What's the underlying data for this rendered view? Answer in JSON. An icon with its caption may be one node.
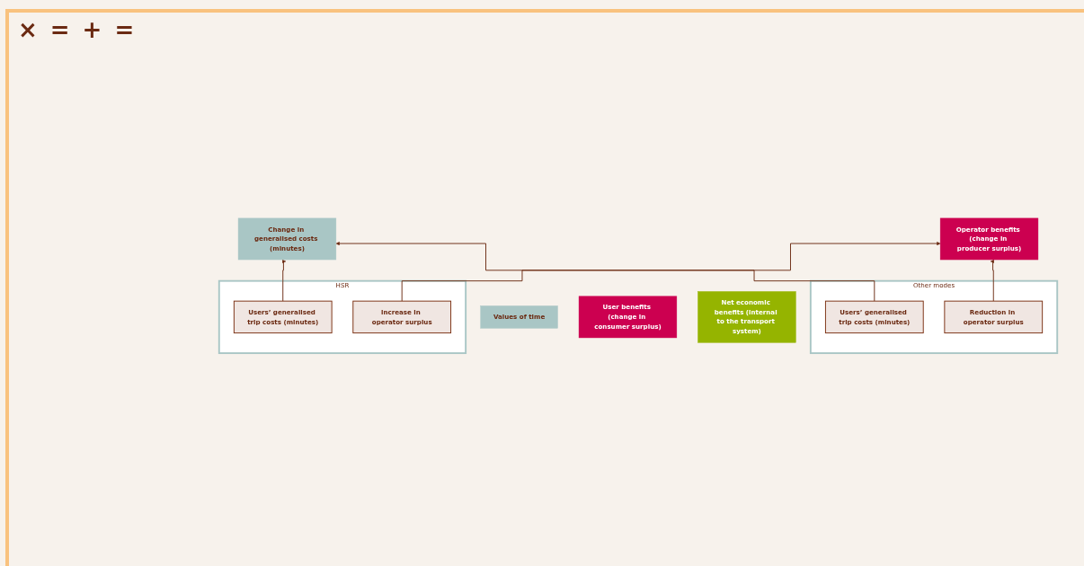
{
  "diagram": {
    "nodes": [
      {
        "text": [
          "Change in generalised costs (minutes)"
        ]
      },
      {
        "text": [
          "Values of time"
        ]
      },
      {
        "text": [
          "User benefits (change in consumer surplus)"
        ]
      },
      {
        "text": [
          "Operator benefits (change in producer surplus)"
        ]
      },
      {
        "text": [
          "Net economic benefits (internal to the transport system)"
        ]
      },
      {
        "text": [
          "HSR"
        ]
      },
      {
        "text": [
          "Users’ generalised trip costs (minutes)"
        ],
        "in": 5
      },
      {
        "text": [
          "increase in operator surplus"
        ],
        "in": 5
      },
      {
        "text": [
          "Other modes"
        ]
      },
      {
        "text": [
          "Users’ generalised trip costs (minutes)"
        ],
        "in": 8
      },
      {
        "text": [
          "Reduction in operator surplus"
        ],
        "in": 8
      }
    ],
    "edges": [
      {
        "from": 6,
        "to": 0,
        "arrow": "to"
      },
      {
        "from": 9,
        "to": 0,
        "arrow": "to"
      },
      {
        "from": 7,
        "to": 3,
        "arrow": "to"
      },
      {
        "from": 10,
        "to": 3,
        "arrow": "to"
      }
    ],
    "labels": [
      "×",
      "=",
      "+",
      "="
    ]
  }
}
